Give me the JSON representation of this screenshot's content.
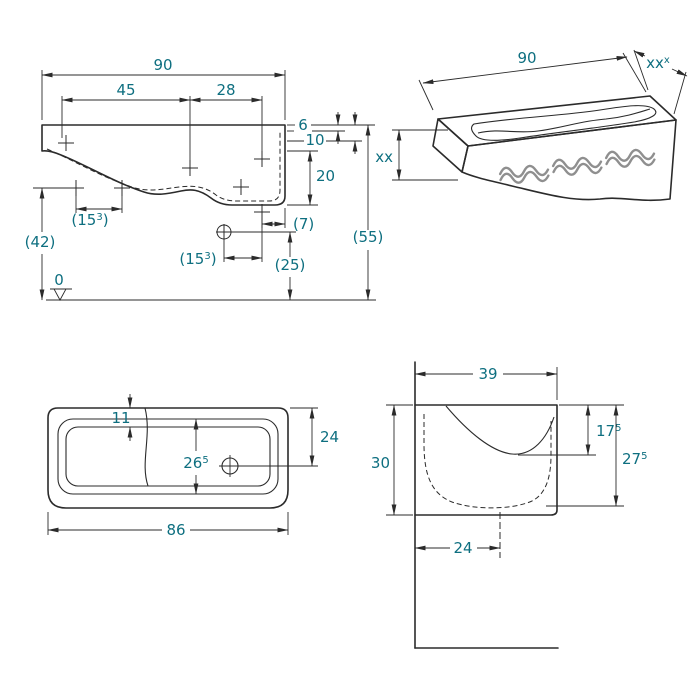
{
  "colors": {
    "line": "#2b2b2b",
    "dimension_text": "#0e6f80",
    "decor_wave": "#8f8f8f",
    "background": "#ffffff"
  },
  "views": {
    "front": {
      "w_total": "90",
      "w_left": "45",
      "w_right": "28",
      "rim_front": "6",
      "rim_back": "10",
      "bowl_depth": "20",
      "edge_offset": "(7)",
      "fix_pitch_left": {
        "pre": "(15",
        "sup": "3",
        "post": ")"
      },
      "fix_pitch_drain": {
        "pre": "(15",
        "sup": "3",
        "post": ")"
      },
      "h_drain": "(25)",
      "h_fix": "(42)",
      "h_total": "(55)",
      "datum_zero": "0"
    },
    "perspective": {
      "width": "90",
      "depth": {
        "pre": "xx",
        "sup": "x",
        "post": ""
      },
      "height": "xx"
    },
    "plan": {
      "tap_offset_back": "11",
      "tap_offset_side": "24",
      "bowl_inner_depth": {
        "pre": "26",
        "sup": "5",
        "post": ""
      },
      "inner_length": "86"
    },
    "side": {
      "depth_total": "39",
      "front_edge_height": {
        "pre": "17",
        "sup": "5",
        "post": ""
      },
      "bowl_depth": {
        "pre": "27",
        "sup": "5",
        "post": ""
      },
      "height_total": "30",
      "drain_offset": "24"
    }
  }
}
